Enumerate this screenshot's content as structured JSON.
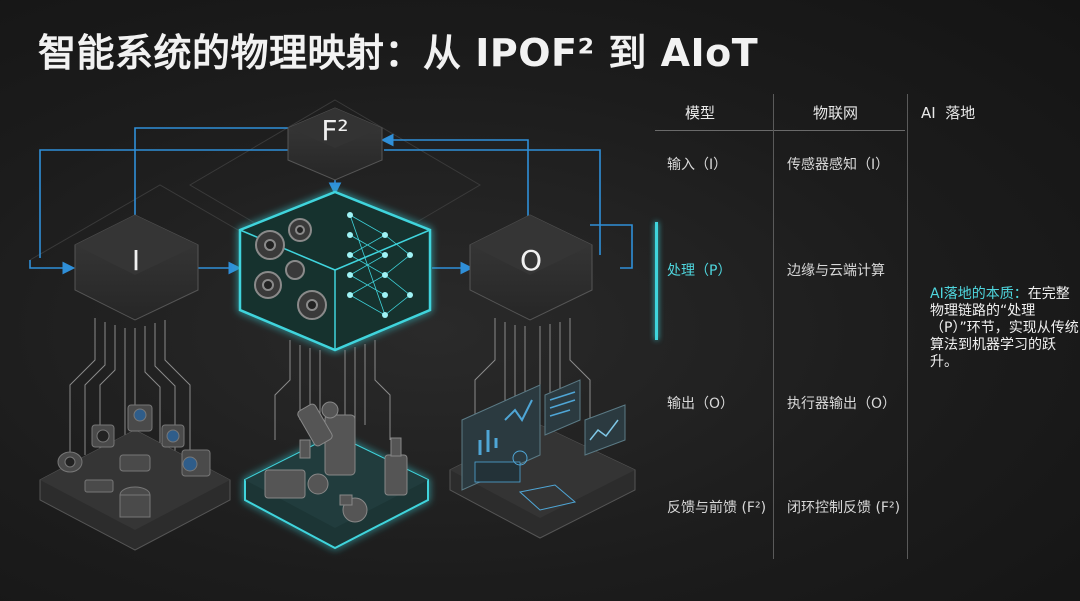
{
  "title": "智能系统的物理映射：从 IPOF² 到 AIoT",
  "diagram": {
    "nodes": {
      "input": "I",
      "feedback": "F²",
      "output": "O"
    }
  },
  "table": {
    "headers": [
      "模型",
      "物联网",
      "AI  落地"
    ],
    "rows": [
      {
        "model": "输入（I）",
        "iot": "传感器感知（I）",
        "active": false
      },
      {
        "model": "处理（P）",
        "iot": "边缘与云端计算",
        "active": true
      },
      {
        "model": "输出（O）",
        "iot": "执行器输出（O）",
        "active": false
      },
      {
        "model": "反馈与前馈 (F²)",
        "iot": "闭环控制反馈 (F²)",
        "active": false
      }
    ],
    "note": {
      "highlight": "AI落地的本质：",
      "text": "在完整物理链路的“处理（P）”环节，实现从传统算法到机器学习的跃升。"
    }
  },
  "colors": {
    "accent": "#3fd4dc",
    "background": "#1c1c1c",
    "node": "#2b2b2b",
    "arrow": "#2f8fd8"
  }
}
